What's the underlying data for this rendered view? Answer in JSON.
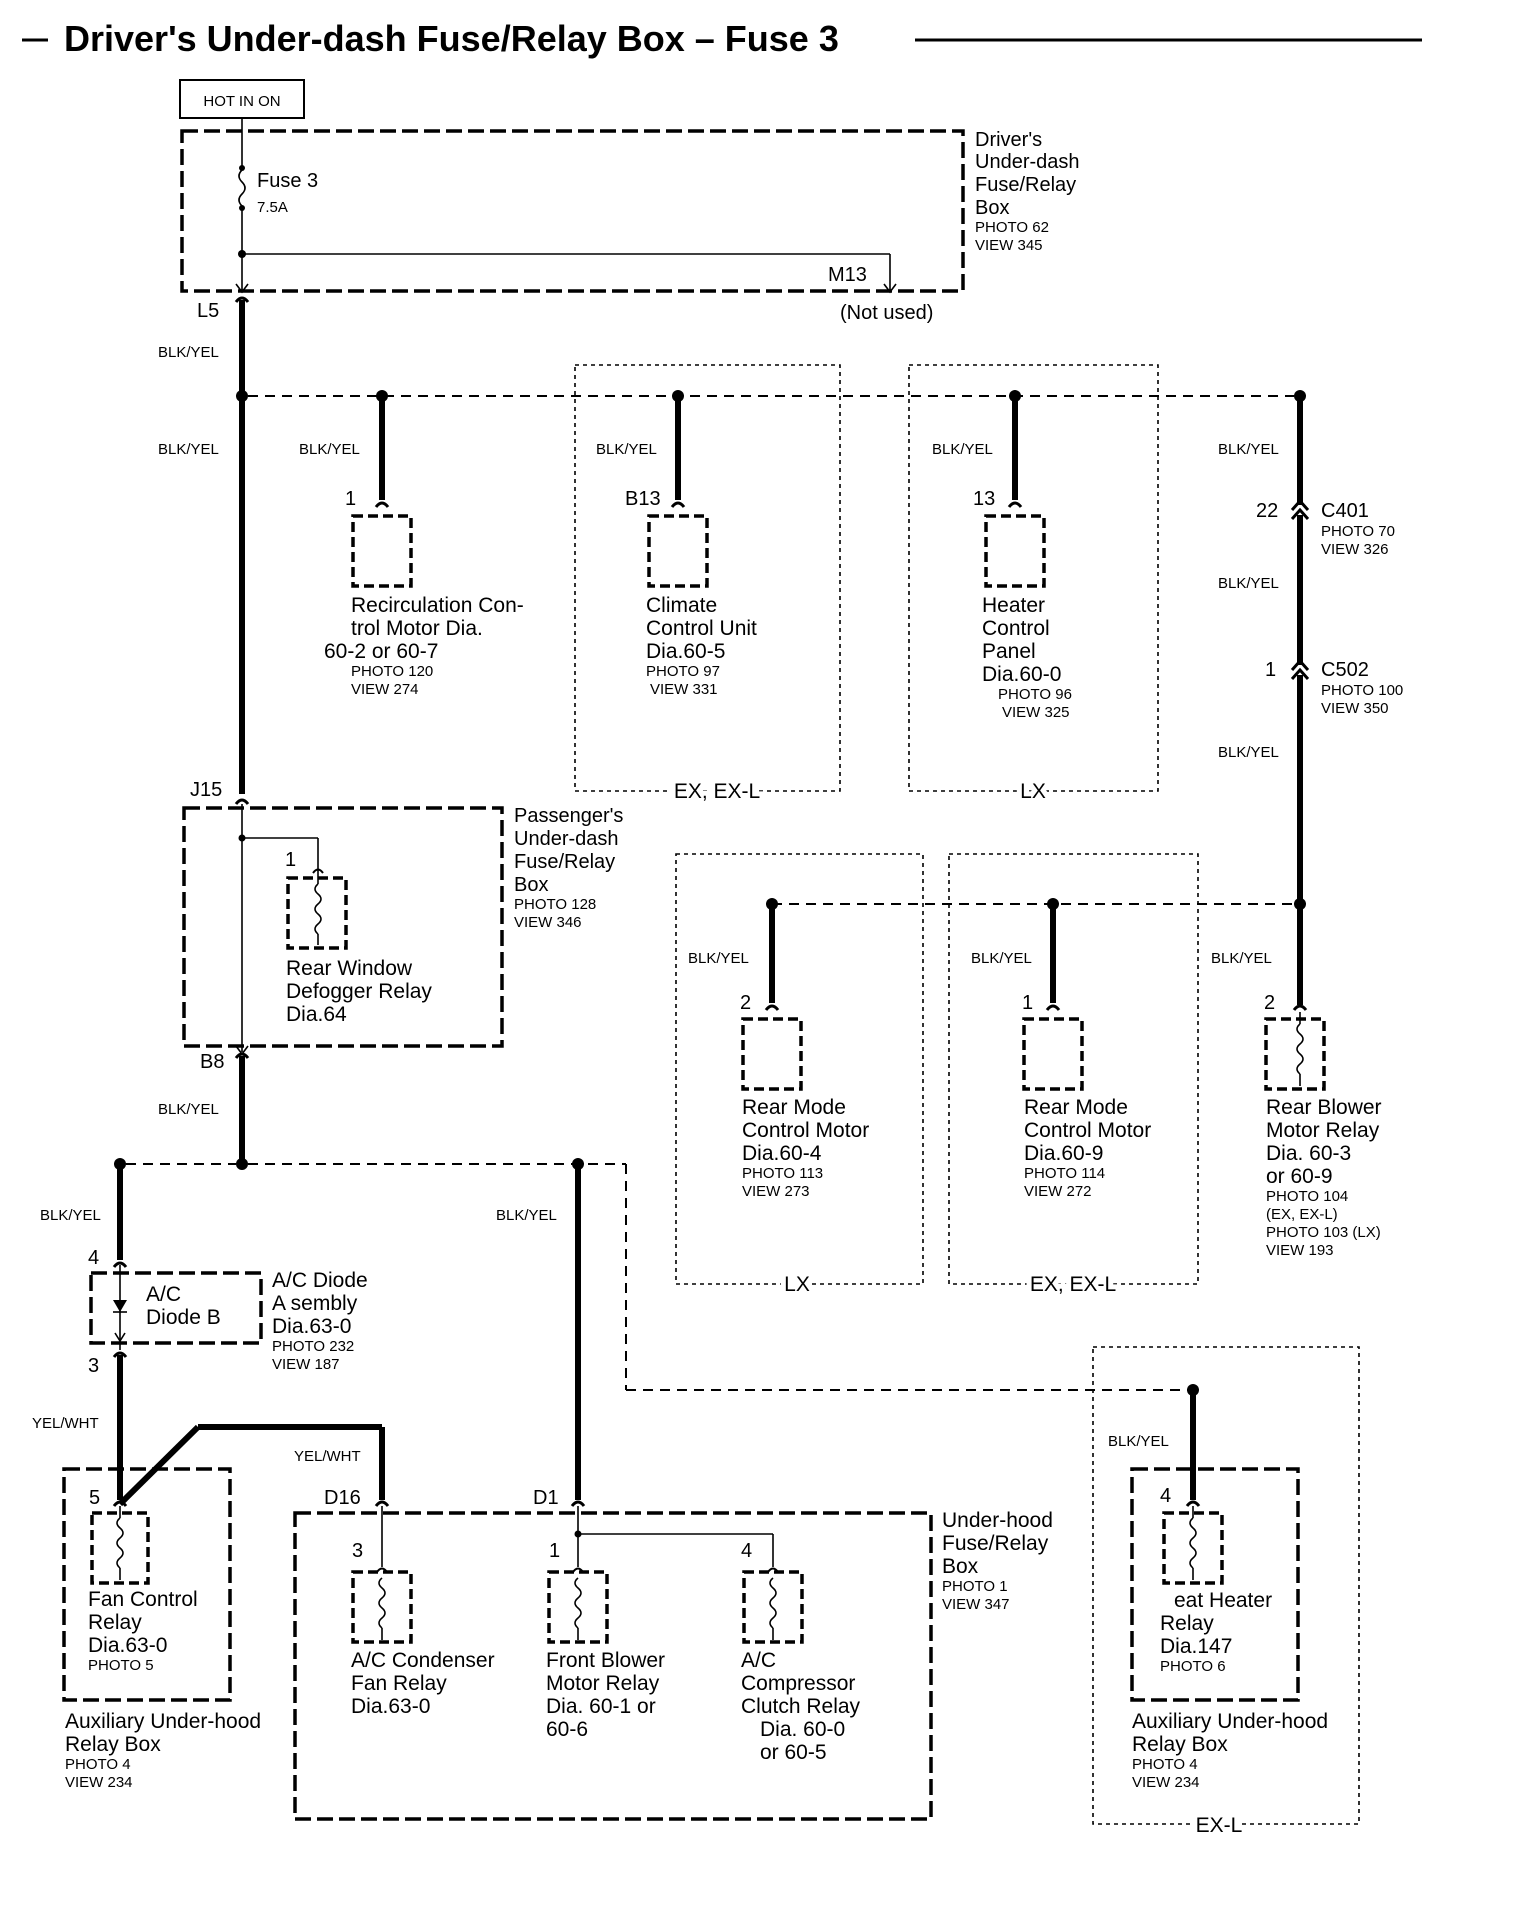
{
  "title": "Driver's Under-dash Fuse/Relay Box – Fuse 3",
  "hot_label": "HOT IN ON",
  "driver_box": {
    "name_lines": [
      "Driver's",
      "Under-dash",
      "Fuse/Relay",
      "Box"
    ],
    "photo": "PHOTO 62",
    "view": "VIEW 345",
    "fuse_label": "Fuse 3",
    "fuse_rating": "7.5A",
    "pin_m13": "M13",
    "not_used": "(Not used)",
    "pin_l5": "L5"
  },
  "wire_colors": {
    "blk_yel": "BLK/YEL",
    "yel_wht": "YEL/WHT"
  },
  "recirc": {
    "pin": "1",
    "lines": [
      "Recirculation Con-",
      "trol Motor Dia.",
      "60-2  or 60-7"
    ],
    "photo": "PHOTO 120",
    "view": "VIEW 274"
  },
  "climate": {
    "pin": "B13",
    "lines": [
      "Climate",
      "Control Unit",
      "Dia.60-5"
    ],
    "photo": "PHOTO 97",
    "view": "VIEW 331",
    "region": "EX, EX-L"
  },
  "heater_panel": {
    "pin": "13",
    "lines": [
      "Heater",
      "Control",
      "Panel",
      "Dia.60-0"
    ],
    "photo": "PHOTO 96",
    "view": "VIEW 325",
    "region": "LX"
  },
  "c401": {
    "pin": "22",
    "name": "C401",
    "photo": "PHOTO 70",
    "view": "VIEW 326"
  },
  "c502": {
    "pin": "1",
    "name": "C502",
    "photo": "PHOTO 100",
    "view": "VIEW 350"
  },
  "passenger_box": {
    "pin_top": "J15",
    "pin_bottom": "B8",
    "name_lines": [
      "Passenger's",
      "Under-dash",
      "Fuse/Relay",
      "Box"
    ],
    "photo": "PHOTO 128",
    "view": "VIEW 346",
    "relay_pin": "1",
    "relay_lines": [
      "Rear Window",
      "Defogger Relay",
      "Dia.64"
    ]
  },
  "rear_mode_lx": {
    "pin": "2",
    "lines": [
      "Rear Mode",
      "Control Motor",
      "Dia.60-4"
    ],
    "photo": "PHOTO 113",
    "view": "VIEW 273",
    "region": "LX"
  },
  "rear_mode_ex": {
    "pin": "1",
    "lines": [
      "Rear Mode",
      "Control Motor",
      "Dia.60-9"
    ],
    "photo": "PHOTO 114",
    "view": "VIEW 272",
    "region": "EX, EX-L"
  },
  "rear_blower": {
    "pin": "2",
    "lines": [
      "Rear Blower",
      "Motor Relay",
      "Dia. 60-3",
      "or 60-9"
    ],
    "photo_lines": [
      "PHOTO 104",
      "(EX, EX-L)",
      "PHOTO 103 (LX)",
      "VIEW 193"
    ]
  },
  "diode": {
    "pin_top": "4",
    "pin_bottom": "3",
    "inner_lines": [
      "A/C",
      "Diode B"
    ],
    "lines": [
      "A/C Diode",
      "A  sembly",
      "Dia.63-0"
    ],
    "photo": "PHOTO 232",
    "view": "VIEW 187"
  },
  "fan_relay": {
    "pin": "5",
    "lines": [
      "Fan Control",
      "Relay",
      "Dia.63-0"
    ],
    "photo": "PHOTO 5",
    "box_lines": [
      "Auxiliary Under-hood",
      "Relay Box"
    ],
    "box_photo": "PHOTO 4",
    "box_view": "VIEW 234"
  },
  "underhood": {
    "pin_d16": "D16",
    "pin_d1": "D1",
    "name_lines": [
      "Under-hood",
      "Fuse/Relay",
      "Box"
    ],
    "photo": "PHOTO 1",
    "view": "VIEW 347",
    "condenser": {
      "pin": "3",
      "lines": [
        "A/C Condenser",
        "Fan Relay",
        "Dia.63-0"
      ]
    },
    "front_blower": {
      "pin": "1",
      "lines": [
        "Front Blower",
        "Motor Relay",
        "Dia. 60-1   or",
        "60-6"
      ]
    },
    "compressor": {
      "pin": "4",
      "lines": [
        "A/C",
        "Compressor",
        "Clutch Relay",
        "Dia.  60-0",
        "or  60-5"
      ]
    }
  },
  "heater_relay": {
    "pin": "4",
    "lines": [
      "eat Heater",
      "Relay",
      "Dia.147"
    ],
    "photo": "PHOTO 6",
    "box_lines": [
      "Auxiliary Under-hood",
      "Relay Box"
    ],
    "box_photo": "PHOTO 4",
    "box_view": "VIEW 234",
    "region": "EX-L"
  }
}
